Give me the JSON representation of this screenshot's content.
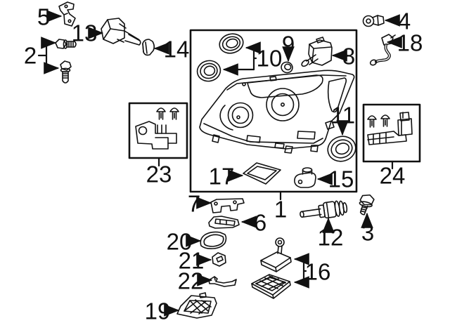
{
  "diagram": {
    "background_color": "#ffffff",
    "line_color": "#111111",
    "callouts": {
      "c1": "1",
      "c2": "2",
      "c3": "3",
      "c4": "4",
      "c5": "5",
      "c6": "6",
      "c7": "7",
      "c8": "8",
      "c9": "9",
      "c10": "10",
      "c11": "11",
      "c12": "12",
      "c13": "13",
      "c14": "14",
      "c15": "15",
      "c16": "16",
      "c17": "17",
      "c18": "18",
      "c19": "19",
      "c20": "20",
      "c21": "21",
      "c22": "22",
      "c23": "23",
      "c24": "24"
    }
  }
}
